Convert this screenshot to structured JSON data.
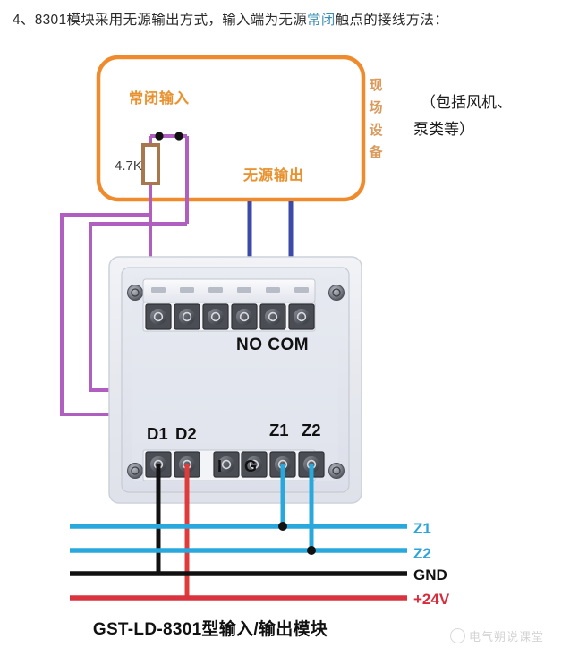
{
  "heading": {
    "prefix": "4、8301模块采用无源输出方式，输入端为无源",
    "highlight": "常闭",
    "suffix": "触点的接线方法："
  },
  "field_box": {
    "input_label": "常闭输入",
    "output_label": "无源输出",
    "resistor_label": "4.7K",
    "side_label_chars": [
      "现",
      "场",
      "设",
      "备"
    ],
    "note_line1": "（包括风机、",
    "note_line2": "泵类等）",
    "border_color": "#e8912f"
  },
  "module": {
    "top_terminal_label": "NO COM",
    "bottom_terminals": {
      "d1": "D1",
      "d2": "D2",
      "z1": "Z1",
      "z2": "Z2",
      "i": "I",
      "g": "G"
    },
    "caption": "GST-LD-8301型输入/输出模块"
  },
  "bus": {
    "lines": [
      {
        "label": "Z1",
        "color": "#29a8dd"
      },
      {
        "label": "Z2",
        "color": "#29a8dd"
      },
      {
        "label": "GND",
        "color": "#111111"
      },
      {
        "label": "+24V",
        "color": "#d8333f"
      }
    ]
  },
  "wire_colors": {
    "orange": "#ef8b2c",
    "purple": "#b05fc0",
    "navy": "#3b4aa8",
    "cyan": "#29a8dd",
    "black": "#111111",
    "red": "#e03b3b",
    "resistor": "#a9774e"
  },
  "watermark": {
    "text": "电气朔说课堂"
  }
}
